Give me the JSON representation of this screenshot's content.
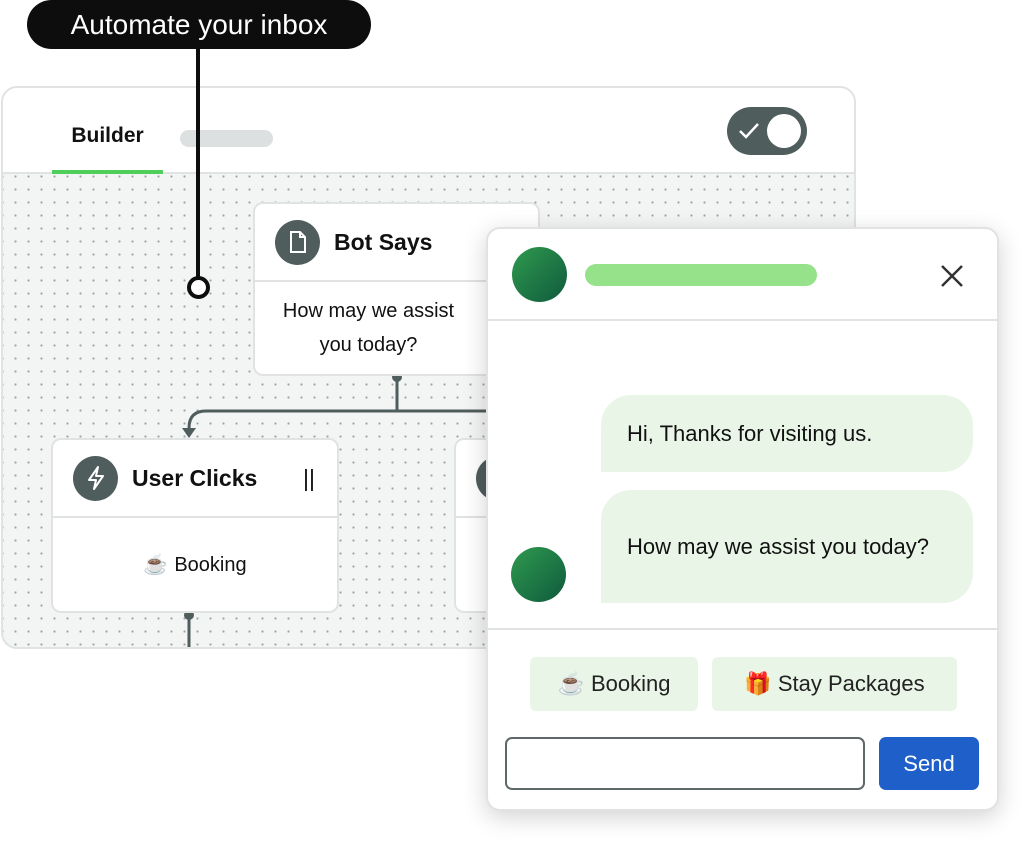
{
  "callout": {
    "label": "Automate your inbox"
  },
  "builder": {
    "tabs": [
      {
        "label": "Builder",
        "active": true
      }
    ],
    "toggle": {
      "on": true
    },
    "nodes": {
      "bot_says": {
        "title": "Bot Says",
        "text": "How may we assist you today?"
      },
      "user_clicks": {
        "title": "User Clicks",
        "handle": "||",
        "option_emoji": "☕",
        "option": "Booking"
      }
    }
  },
  "chat": {
    "messages": [
      "Hi, Thanks for visiting us.",
      "How may we assist you today?"
    ],
    "quick_replies": [
      {
        "emoji": "☕",
        "label": "Booking"
      },
      {
        "emoji": "🎁",
        "label": "Stay Packages"
      }
    ],
    "input": {
      "value": "",
      "placeholder": ""
    },
    "send_label": "Send",
    "colors": {
      "accent": "#1f5fc9",
      "bubble": "#e9f6e7",
      "brand": "#4fcf5a"
    }
  }
}
